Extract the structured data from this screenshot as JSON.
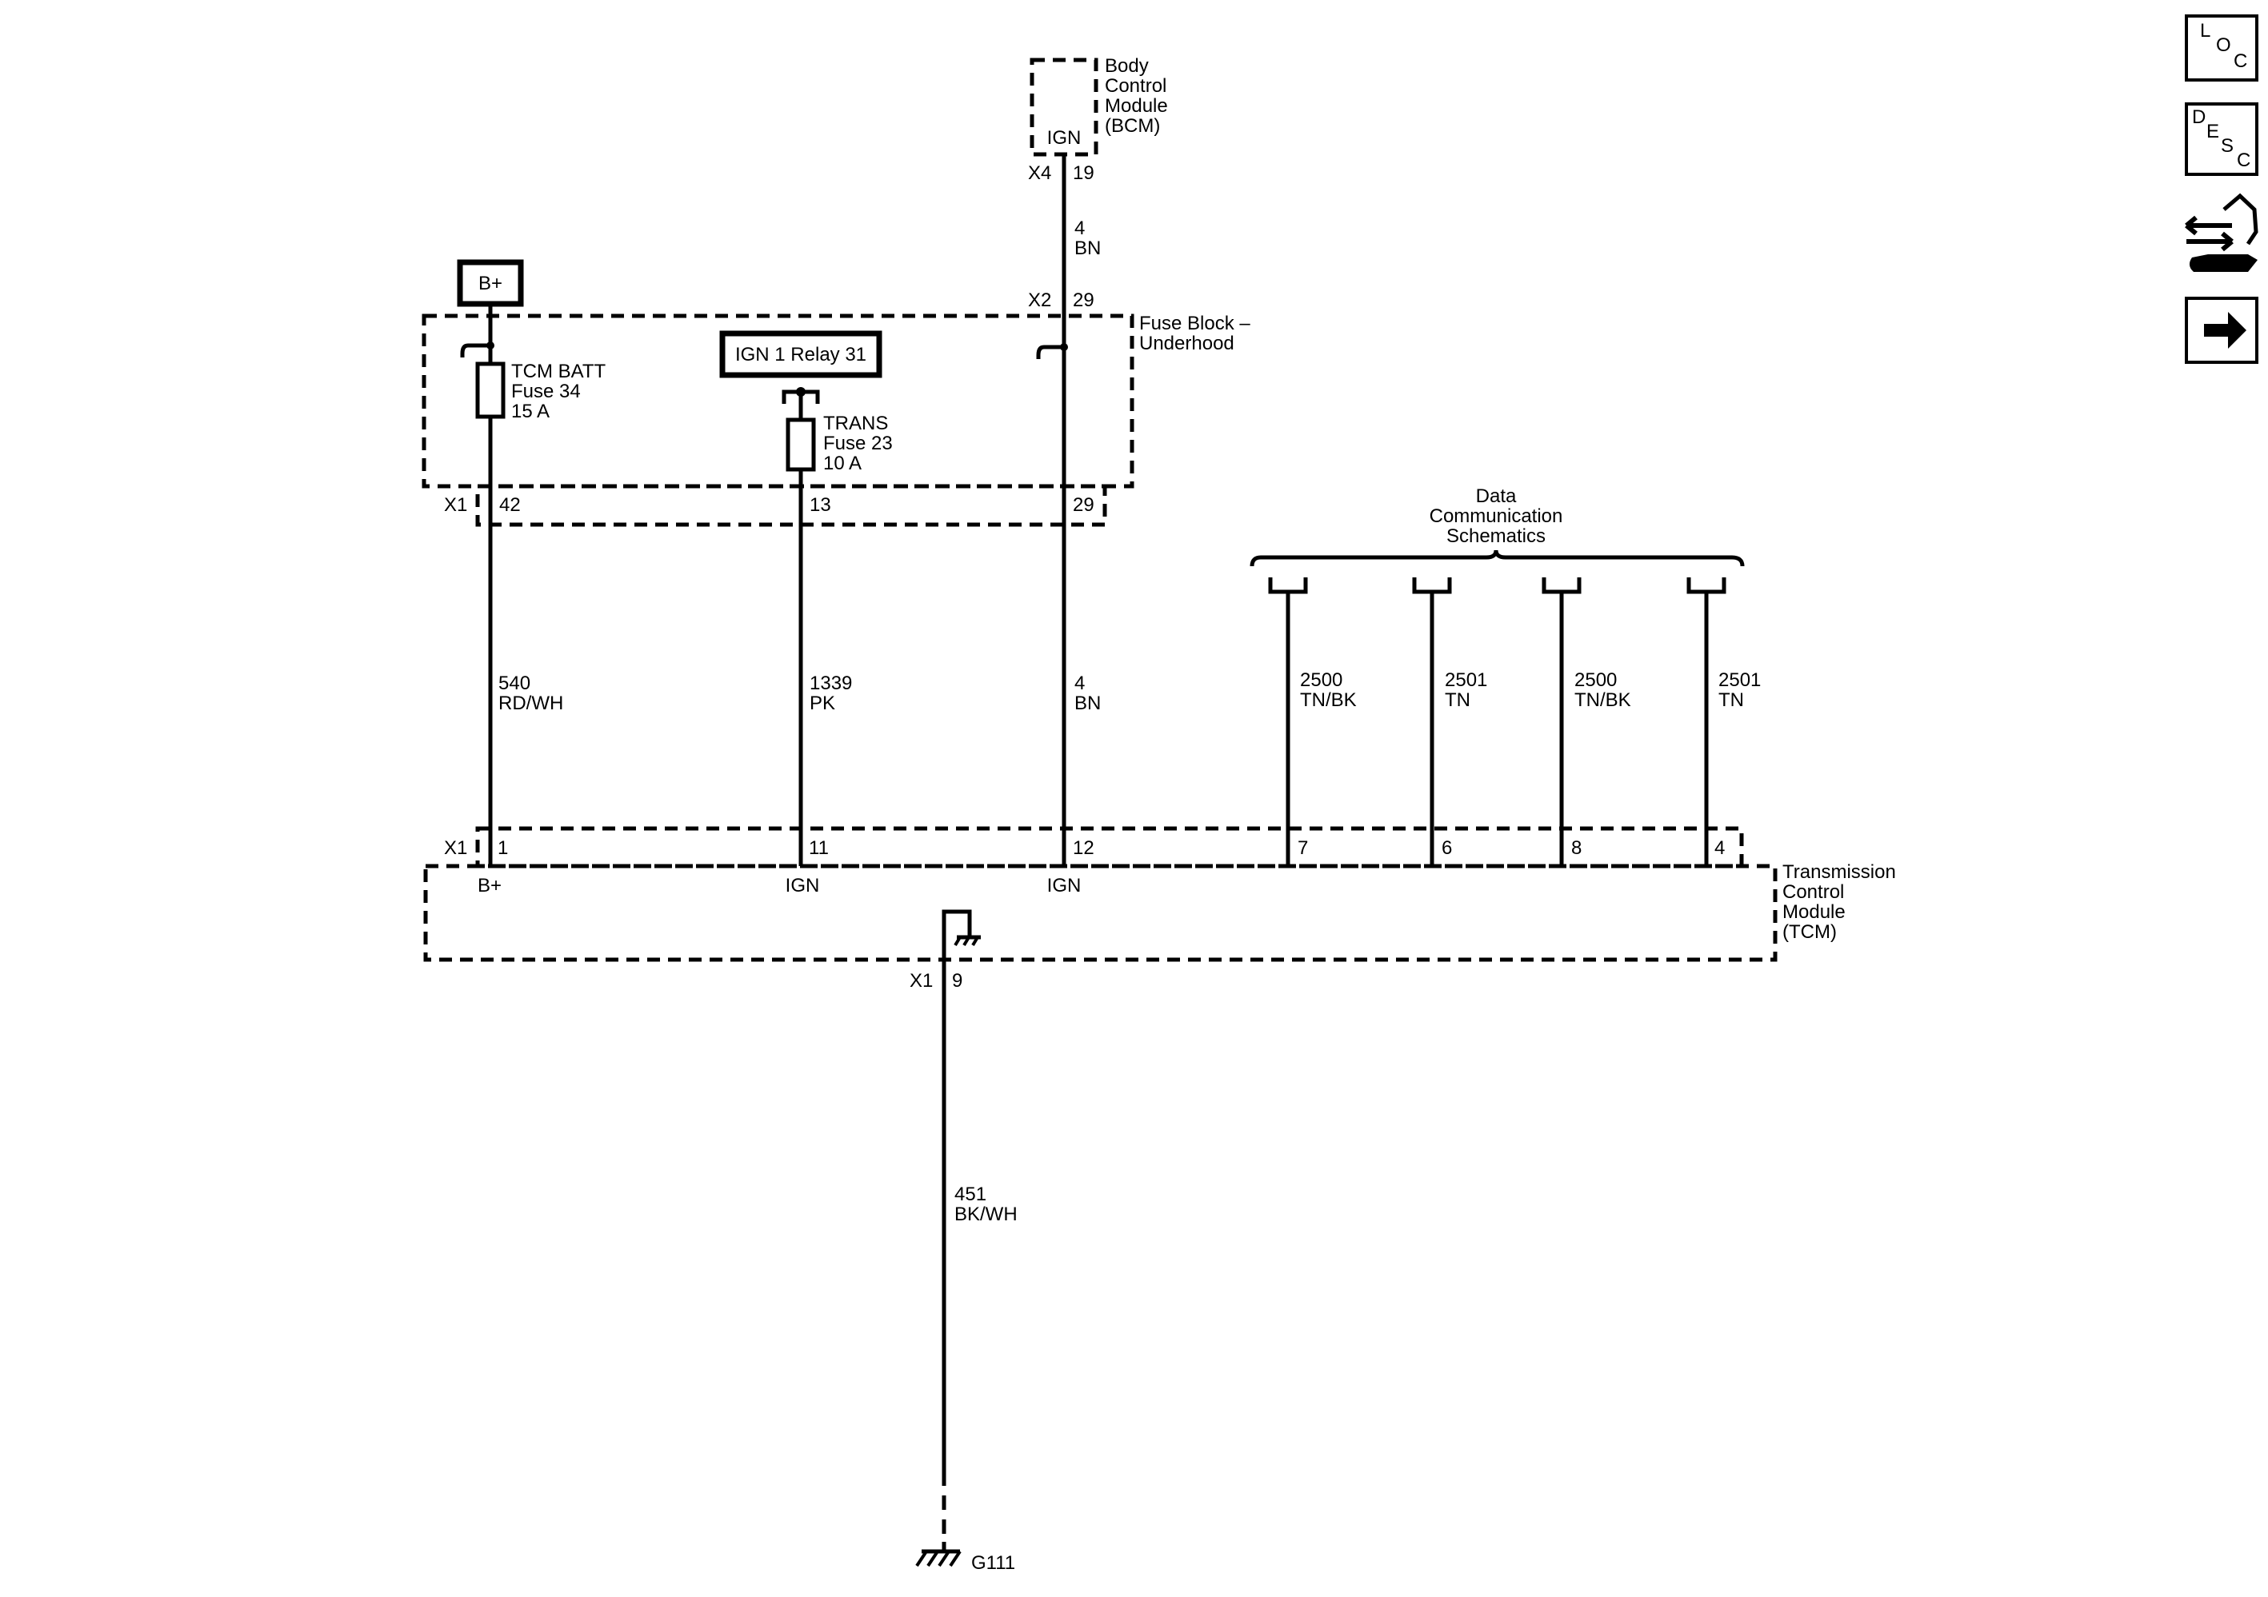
{
  "bcm": {
    "name_lines": [
      "Body",
      "Control",
      "Module",
      "(BCM)"
    ],
    "pin_label": "IGN",
    "connector": "X4",
    "pin": "19"
  },
  "battery": {
    "label": "B+"
  },
  "fuse_block": {
    "name_lines": [
      "Fuse Block –",
      "Underhood"
    ],
    "input_connector": "X2",
    "input_pin": "29",
    "out_connector": "X1",
    "out_pins": [
      "42",
      "13",
      "29"
    ],
    "tcm_fuse": [
      "TCM BATT",
      "Fuse 34",
      "15 A"
    ],
    "relay": "IGN 1 Relay 31",
    "trans_fuse": [
      "TRANS",
      "Fuse 23",
      "10 A"
    ]
  },
  "wires": {
    "bcm_feed": [
      "4",
      "BN"
    ],
    "batt": [
      "540",
      "RD/WH"
    ],
    "trans": [
      "1339",
      "PK"
    ],
    "ign": [
      "4",
      "BN"
    ],
    "data1": [
      "2500",
      "TN/BK"
    ],
    "data2": [
      "2501",
      "TN"
    ],
    "data3": [
      "2500",
      "TN/BK"
    ],
    "data4": [
      "2501",
      "TN"
    ],
    "ground": [
      "451",
      "BK/WH"
    ]
  },
  "data_comm": {
    "lines": [
      "Data",
      "Communication",
      "Schematics"
    ]
  },
  "tcm": {
    "name_lines": [
      "Transmission",
      "Control",
      "Module",
      "(TCM)"
    ],
    "connector": "X1",
    "pins": [
      "1",
      "11",
      "12",
      "7",
      "6",
      "8",
      "4"
    ],
    "pin_labels": [
      "B+",
      "IGN",
      "IGN"
    ],
    "ground_connector": "X1",
    "ground_pin": "9"
  },
  "ground": {
    "label": "G111"
  },
  "sidebar": {
    "loc": [
      "L",
      "O",
      "C"
    ],
    "desc": [
      "D",
      "E",
      "S",
      "C"
    ]
  }
}
